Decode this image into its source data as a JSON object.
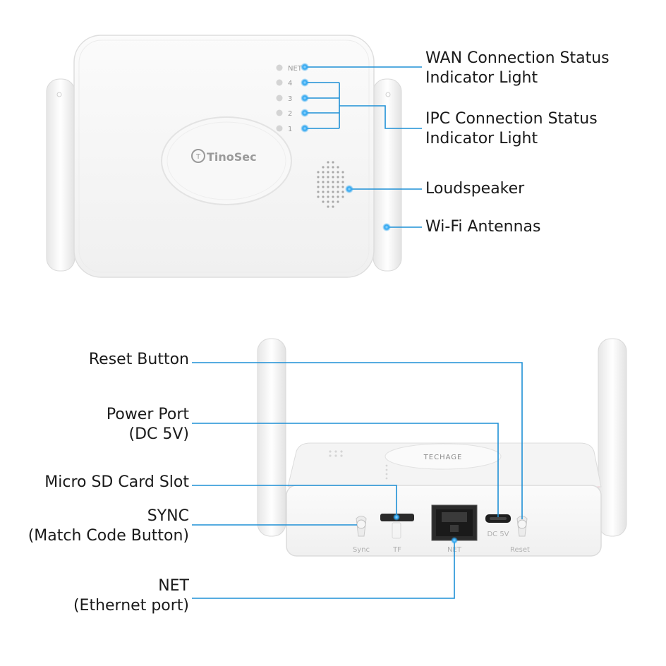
{
  "colors": {
    "callout_line": "#1e90d6",
    "device_body": "#f7f7f7",
    "device_edge": "#dcdcdc"
  },
  "front_view": {
    "brand": "TinoSec",
    "led_labels": [
      "NET",
      "4",
      "3",
      "2",
      "1"
    ],
    "callouts": {
      "wan": {
        "line1": "WAN Connection Status",
        "line2": "Indicator Light"
      },
      "ipc": {
        "line1": "IPC Connection Status",
        "line2": "Indicator Light"
      },
      "speaker": {
        "line1": "Loudspeaker"
      },
      "antenna": {
        "line1": "Wi-Fi Antennas"
      }
    }
  },
  "rear_view": {
    "brand": "TECHAGE",
    "port_labels": {
      "sync": "Sync",
      "tf": "TF",
      "net": "NET",
      "dc": "DC 5V",
      "reset": "Reset"
    },
    "callouts": {
      "reset": {
        "line1": "Reset Button"
      },
      "power": {
        "line1": "Power Port",
        "line2": "(DC 5V)"
      },
      "sd": {
        "line1": "Micro SD Card Slot"
      },
      "sync": {
        "line1": "SYNC",
        "line2": "(Match Code Button)"
      },
      "net": {
        "line1": "NET",
        "line2": "(Ethernet port)"
      }
    }
  }
}
